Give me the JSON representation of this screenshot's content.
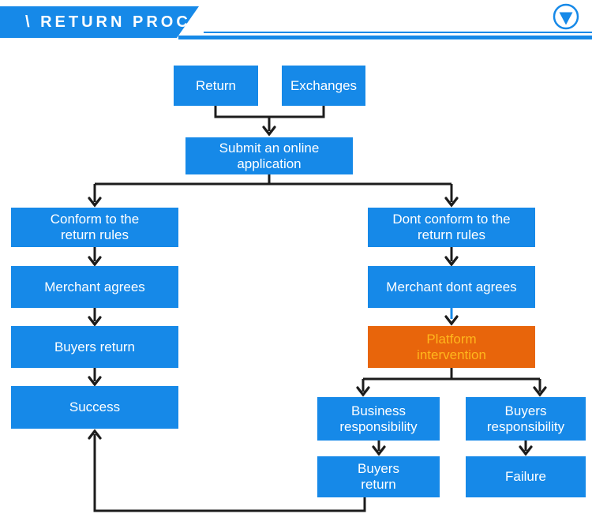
{
  "colors": {
    "primary_blue": "#1689E8",
    "orange": "#E8650B",
    "orange_text": "#FFB71C",
    "connector": "#1C1C1C",
    "node_text": "#FFFFFF"
  },
  "header": {
    "title": "\\ RETURN PROCESS",
    "icon": "circled-down-arrow-icon"
  },
  "flowchart": {
    "nodes": [
      {
        "id": "return",
        "label": "Return"
      },
      {
        "id": "exchanges",
        "label": "Exchanges"
      },
      {
        "id": "submit-application",
        "label": "Submit an online\napplication"
      },
      {
        "id": "conform-rules",
        "label": "Conform to the\nreturn rules"
      },
      {
        "id": "merchant-agrees",
        "label": "Merchant agrees"
      },
      {
        "id": "buyers-return-left",
        "label": "Buyers return"
      },
      {
        "id": "success",
        "label": "Success"
      },
      {
        "id": "dont-conform-rules",
        "label": "Dont conform to the\nreturn rules"
      },
      {
        "id": "merchant-dont-agrees",
        "label": "Merchant dont agrees"
      },
      {
        "id": "platform-intervention",
        "label": "Platform\nintervention"
      },
      {
        "id": "business-responsibility",
        "label": "Business\nresponsibility"
      },
      {
        "id": "buyers-responsibility",
        "label": "Buyers\nresponsibility"
      },
      {
        "id": "buyers-return-bottom",
        "label": "Buyers\nreturn"
      },
      {
        "id": "failure",
        "label": "Failure"
      }
    ],
    "edges": [
      {
        "from": "return",
        "to": "submit-application"
      },
      {
        "from": "exchanges",
        "to": "submit-application"
      },
      {
        "from": "submit-application",
        "to": "conform-rules"
      },
      {
        "from": "submit-application",
        "to": "dont-conform-rules"
      },
      {
        "from": "conform-rules",
        "to": "merchant-agrees"
      },
      {
        "from": "merchant-agrees",
        "to": "buyers-return-left"
      },
      {
        "from": "buyers-return-left",
        "to": "success"
      },
      {
        "from": "dont-conform-rules",
        "to": "merchant-dont-agrees"
      },
      {
        "from": "merchant-dont-agrees",
        "to": "platform-intervention",
        "line_color": "#1689E8"
      },
      {
        "from": "platform-intervention",
        "to": "business-responsibility"
      },
      {
        "from": "platform-intervention",
        "to": "buyers-responsibility"
      },
      {
        "from": "business-responsibility",
        "to": "buyers-return-bottom"
      },
      {
        "from": "buyers-responsibility",
        "to": "failure"
      },
      {
        "from": "buyers-return-bottom",
        "to": "success"
      }
    ]
  }
}
